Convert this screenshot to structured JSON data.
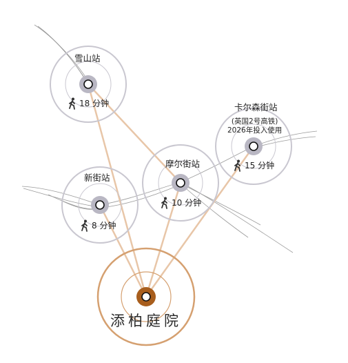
{
  "colors": {
    "ring": "#c9c7d0",
    "station_core": "#b9b7c3",
    "route": "#e8c6a8",
    "rail": "#9a9a9a",
    "home_ring": "#d5a070",
    "home_core": "#a85e1d",
    "text": "#222222"
  },
  "icons": {
    "walking": "walking-person-icon"
  },
  "home": {
    "name": "添柏庭院"
  },
  "stations": [
    {
      "id": "snow",
      "name": "雪山站",
      "walk_time": "18 分钟"
    },
    {
      "id": "kaaxin",
      "name": "新街站",
      "walk_time": "8 分钟"
    },
    {
      "id": "molka",
      "name": "摩尔街站",
      "walk_time": "10 分钟"
    },
    {
      "id": "carlsen",
      "name": "卡尔森街站",
      "note_line1": "(英国2号高铁)",
      "note_line2": "2026年投入使用",
      "walk_time": "15 分钟"
    }
  ]
}
